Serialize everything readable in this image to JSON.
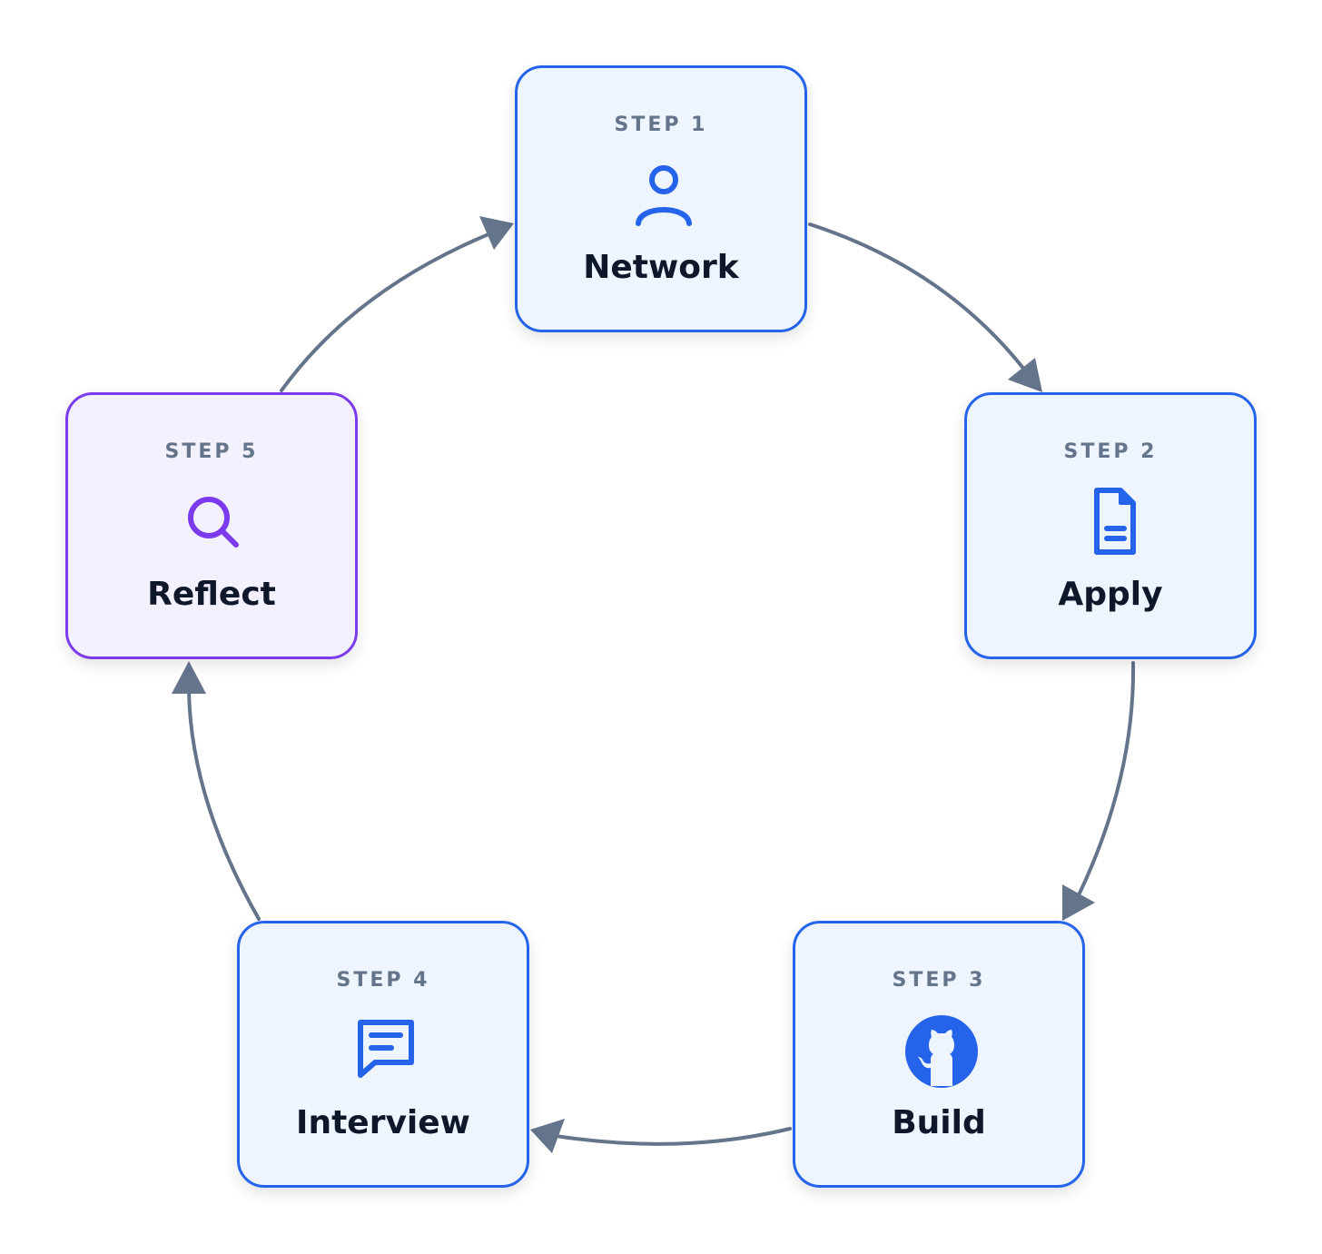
{
  "colors": {
    "accent": "#2563eb",
    "accent_purple": "#7c3aed",
    "node_fill": "#eef5ff",
    "node_fill_purple": "#f4f1fe",
    "connector": "#64748b",
    "label": "#0f172a",
    "step_label": "#64748b"
  },
  "steps": [
    {
      "step": "STEP 1",
      "label": "Network",
      "icon": "person-icon"
    },
    {
      "step": "STEP 2",
      "label": "Apply",
      "icon": "document-icon"
    },
    {
      "step": "STEP 3",
      "label": "Build",
      "icon": "github-icon"
    },
    {
      "step": "STEP 4",
      "label": "Interview",
      "icon": "chat-icon"
    },
    {
      "step": "STEP 5",
      "label": "Reflect",
      "icon": "search-icon"
    }
  ]
}
